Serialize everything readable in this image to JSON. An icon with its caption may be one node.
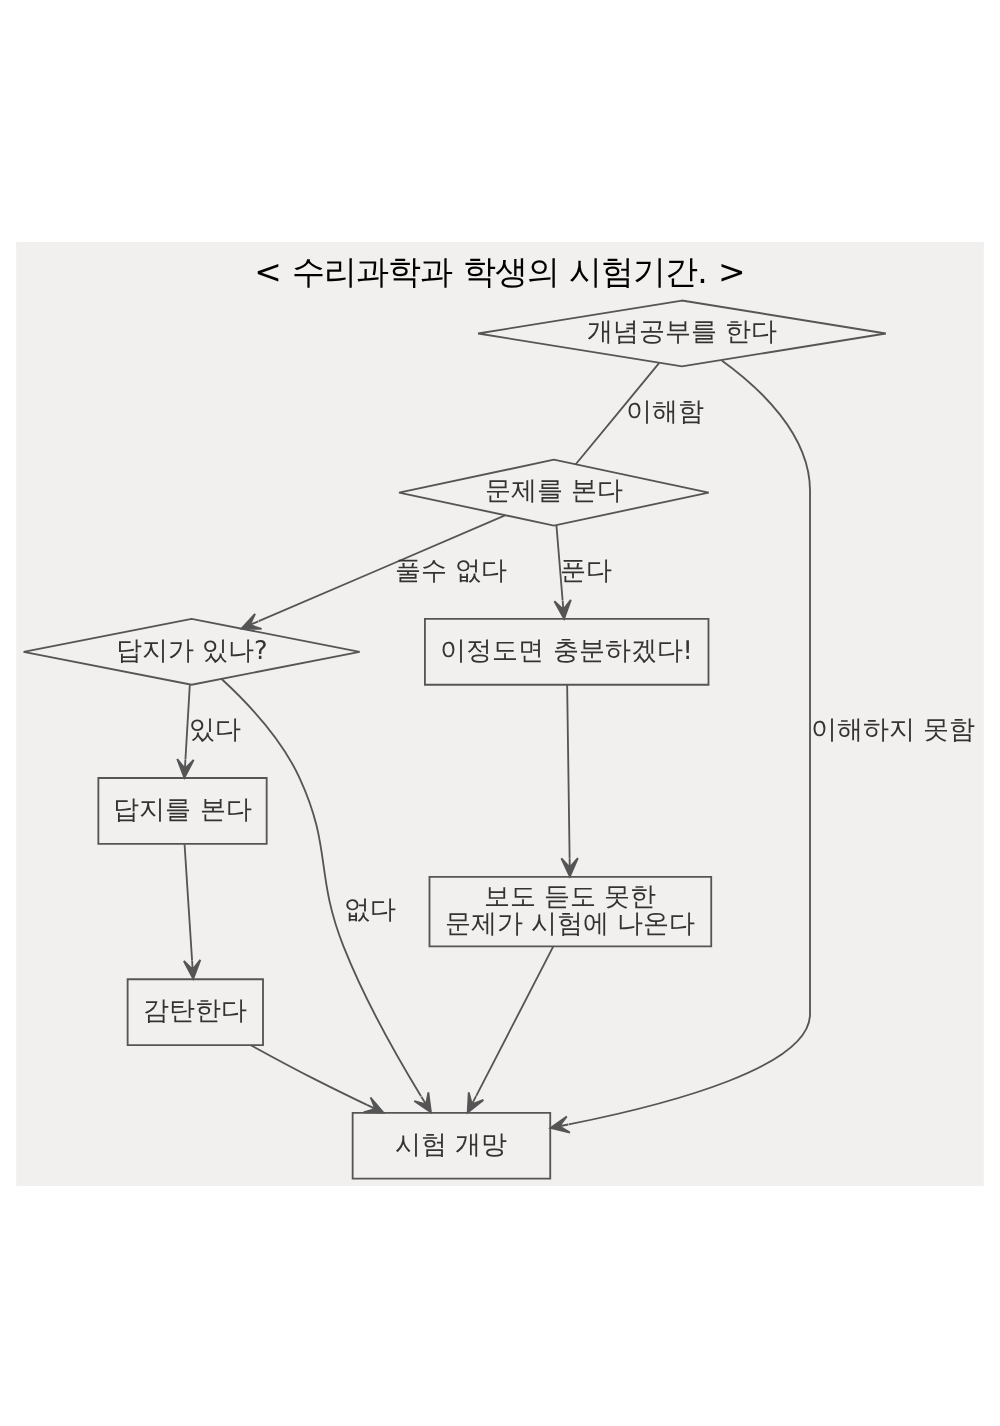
{
  "diagram": {
    "title": "< 수리과학과 학생의 시험기간. >",
    "nodes": [
      {
        "text": [
          "개념공부를 한다"
        ]
      },
      {
        "text": [
          "문제를 본다"
        ]
      },
      {
        "text": [
          "답지가 있나?"
        ]
      },
      {
        "text": [
          "이정도면 충분하겠다!"
        ]
      },
      {
        "text": [
          "답지를 본다"
        ]
      },
      {
        "text": [
          "감탄한다"
        ]
      },
      {
        "text": [
          "보도 듣도 못한 문제가 시험에 나온다"
        ]
      },
      {
        "text": [
          "시험 개망"
        ]
      }
    ],
    "edges": [
      {
        "from": 0,
        "to": 1,
        "arrow": "none",
        "label": "이해함"
      },
      {
        "from": 0,
        "to": 7,
        "arrow": "to",
        "label": "이해하지 못함"
      },
      {
        "from": 1,
        "to": 2,
        "arrow": "to",
        "label": "풀수 없다"
      },
      {
        "from": 1,
        "to": 3,
        "arrow": "to",
        "label": "푼다"
      },
      {
        "from": 2,
        "to": 7,
        "arrow": "to",
        "label": "없다"
      },
      {
        "from": 2,
        "to": 4,
        "arrow": "to",
        "label": "있다"
      },
      {
        "from": 4,
        "to": 5,
        "arrow": "to"
      },
      {
        "from": 3,
        "to": 6,
        "arrow": "to"
      },
      {
        "from": 5,
        "to": 7,
        "arrow": "to"
      },
      {
        "from": 6,
        "to": 7,
        "arrow": "to"
      }
    ]
  }
}
